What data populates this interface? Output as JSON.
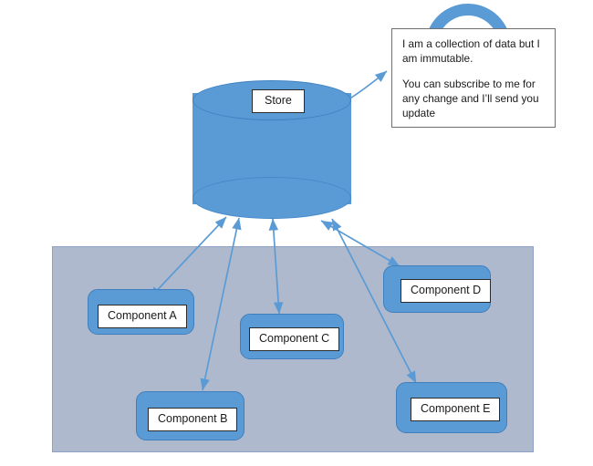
{
  "store": {
    "label": "Store",
    "shape": "cylinder-database",
    "fill_color": "#5b9bd5"
  },
  "callout": {
    "shape": "thought-bubble",
    "arc_color": "#5b9bd5",
    "border_color": "#6f6f6f",
    "paragraphs": [
      "I am a collection of data but I am immutable.",
      "You can subscribe to me for any change and I’ll send you update"
    ]
  },
  "container": {
    "fill_color": "#aeb9cd",
    "border_color": "#8ea3c4"
  },
  "components": [
    {
      "id": "a",
      "label": "Component A"
    },
    {
      "id": "b",
      "label": "Component B"
    },
    {
      "id": "c",
      "label": "Component C"
    },
    {
      "id": "d",
      "label": "Component D"
    },
    {
      "id": "e",
      "label": "Component E"
    }
  ],
  "connectors": {
    "line_color": "#5b9bd5",
    "store_to_callout": "single-arrow",
    "store_to_components": "double-arrow"
  }
}
